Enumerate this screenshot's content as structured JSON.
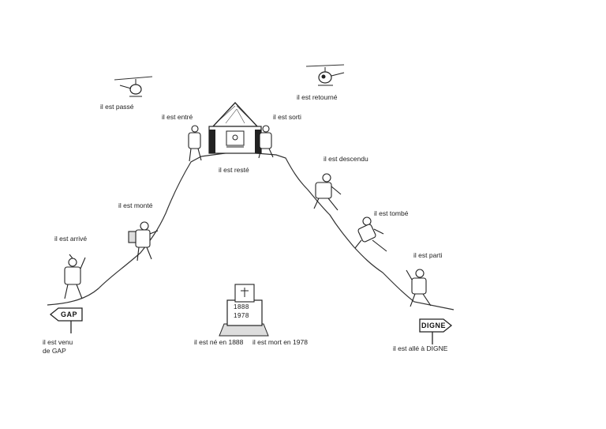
{
  "labels": {
    "passe": "il est passé",
    "retourne": "il est retourné",
    "entre": "il est entré",
    "sorti": "il est sorti",
    "reste": "il est resté",
    "descendu": "il est descendu",
    "monte": "il est monté",
    "tombe": "il est tombé",
    "arrive": "il est arrivé",
    "parti": "il est parti",
    "venu_line1": "il est venu",
    "venu_line2": "de GAP",
    "ne": "il est né en 1888",
    "mort": "il est mort en 1978",
    "alle": "il est allé à DIGNE"
  },
  "signs": {
    "left": "GAP",
    "right": "DIGNE"
  },
  "tombstone": {
    "year_birth": "1888",
    "year_death": "1978"
  }
}
